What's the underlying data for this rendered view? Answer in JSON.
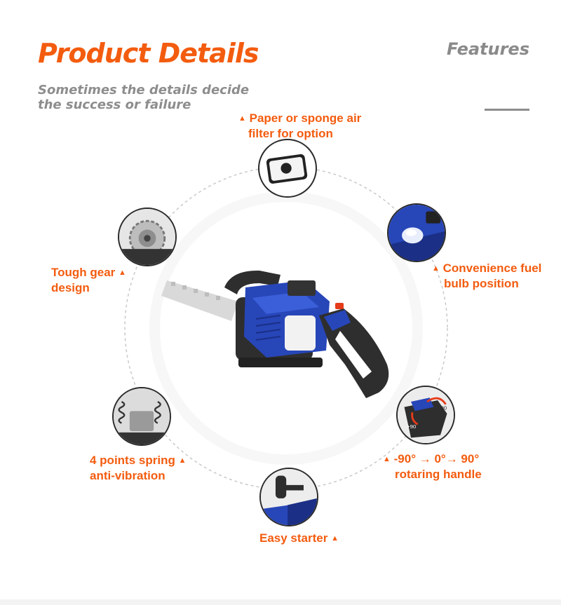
{
  "header": {
    "title": "Product Details",
    "subtitle": "Sometimes the details decide the success or failure",
    "section": "Features"
  },
  "colors": {
    "accent": "#f35c0f",
    "muted_text": "#8d8d8d",
    "product_blue": "#2746b8",
    "product_dark": "#2e2e2e"
  },
  "features": [
    {
      "id": "air-filter",
      "line1": "Paper or sponge air",
      "line2": "filter for option",
      "marker": "▲",
      "icon": "air-filter-icon"
    },
    {
      "id": "fuel-bulb",
      "line1": "Convenience fuel",
      "line2": "bulb position",
      "marker": "▲",
      "icon": "fuel-bulb-icon"
    },
    {
      "id": "rotating-handle",
      "line1": "-90° → 0°→ 90°",
      "line2": "rotaring handle",
      "marker": "▲",
      "icon": "rotating-handle-icon",
      "badge_text_a": "-90",
      "badge_text_b": "+90"
    },
    {
      "id": "starter",
      "line1": "Easy starter",
      "marker": "▲",
      "icon": "pull-starter-icon"
    },
    {
      "id": "anti-vibration",
      "line1": "4 points spring",
      "line2": "anti-vibration",
      "marker": "▲",
      "icon": "spring-icon"
    },
    {
      "id": "gear",
      "line1": "Tough gear",
      "line2": "design",
      "marker": "▲",
      "icon": "gear-icon"
    }
  ]
}
